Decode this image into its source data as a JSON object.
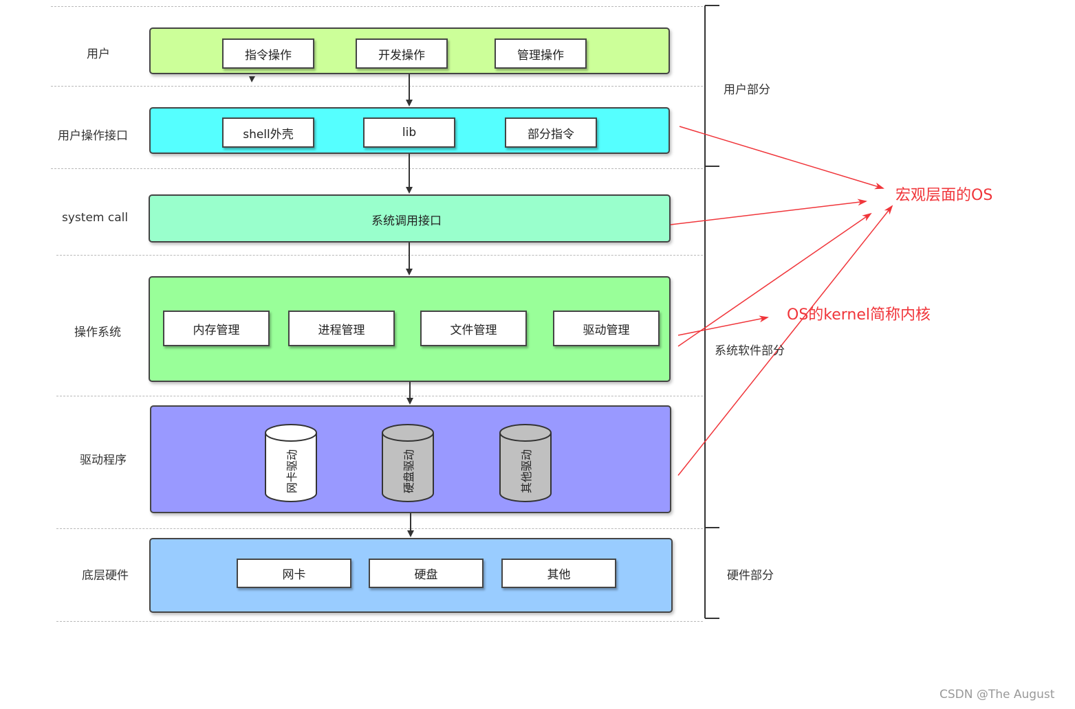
{
  "rows": {
    "user": {
      "label": "用户",
      "boxes": [
        "指令操作",
        "开发操作",
        "管理操作"
      ]
    },
    "user_interface": {
      "label": "用户操作接口",
      "boxes": [
        "shell外壳",
        "lib",
        "部分指令"
      ]
    },
    "system_call": {
      "label": "system call",
      "content": "系统调用接口"
    },
    "os": {
      "label": "操作系统",
      "boxes": [
        "内存管理",
        "进程管理",
        "文件管理",
        "驱动管理"
      ]
    },
    "drivers": {
      "label": "驱动程序",
      "cylinders": [
        "网卡驱动",
        "硬盘驱动",
        "其他驱动"
      ]
    },
    "hardware": {
      "label": "底层硬件",
      "boxes": [
        "网卡",
        "硬盘",
        "其他"
      ]
    }
  },
  "sections": {
    "user_part": "用户部分",
    "system_software_part": "系统软件部分",
    "hardware_part": "硬件部分"
  },
  "annotations": {
    "macro_os": "宏观层面的OS",
    "kernel": "OS的kernel简称内核"
  },
  "credit": "CSDN @The    August",
  "colors": {
    "user_layer": "#ccff99",
    "user_interface_layer": "#55ffff",
    "system_call_layer": "#99ffcc",
    "os_layer": "#99ff99",
    "drivers_layer": "#9999ff",
    "hardware_layer": "#99ccff",
    "cylinder_white": "#ffffff",
    "cylinder_gray": "#c0c0c0",
    "annotation_red": "#f0353a"
  }
}
